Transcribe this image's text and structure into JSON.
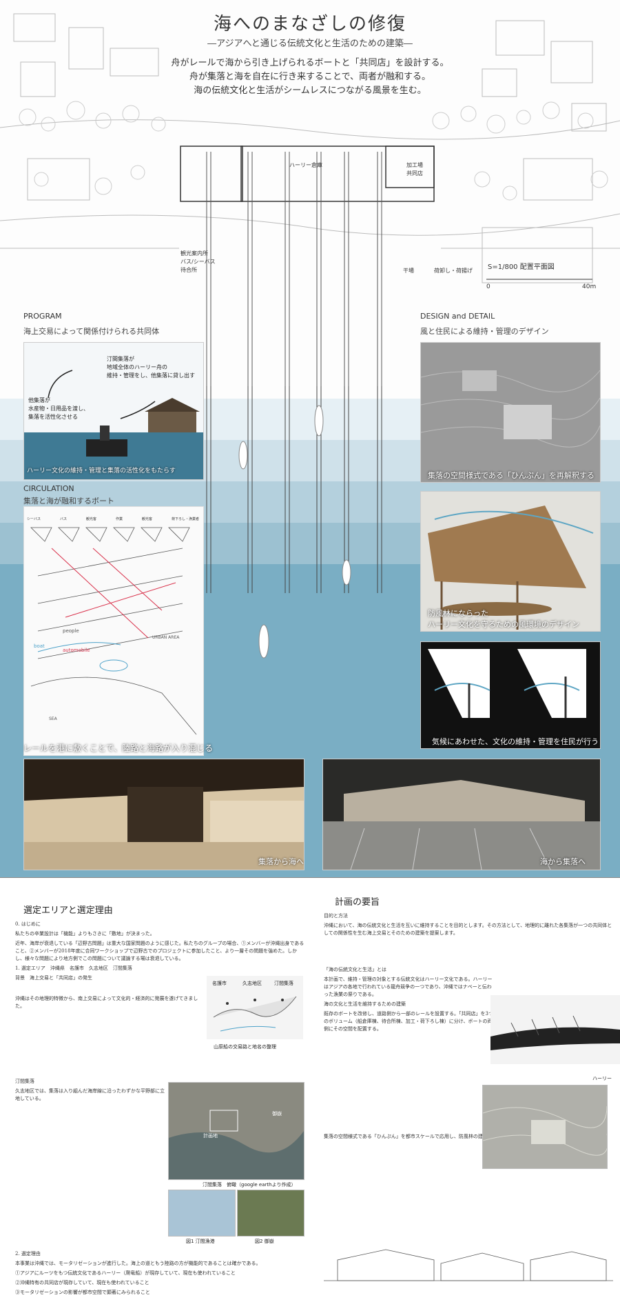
{
  "header": {
    "title": "海へのまなざしの修復",
    "subtitle": "―アジアへと通じる伝統文化と生活のための建築―",
    "lead": [
      "舟がレールで海から引き上げられるボートと「共同店」を設計する。",
      "舟が集落と海を自在に行き来することで、両者が融和する。",
      "海の伝統文化と生活がシームレスにつながる風景を生む。"
    ]
  },
  "plan": {
    "scale": "S=1/800 配置平面図",
    "scale_start": "0",
    "scale_end": "40m",
    "labels": [
      "観光案内所",
      "バス/シーバス",
      "待合所",
      "ハーリー倉庫",
      "加工場",
      "共同店",
      "干場",
      "荷卸し・荷揚げ"
    ]
  },
  "program": {
    "heading": "PROGRAM",
    "subheading": "海上交易によって関係付けられる共同体",
    "note1": [
      "汀間集落が",
      "地域全体のハーリー舟の",
      "維持・管理をし、他集落に貸し出す"
    ],
    "note2": [
      "他集落が",
      "水産物・日用品を渡し、",
      "集落を活性化させる"
    ],
    "caption": "ハーリー文化の維持・管理と集落の活性化をもたらす"
  },
  "circulation": {
    "heading": "CIRCULATION",
    "subheading": "集落と海が融和するボート",
    "modes": [
      "シーバス",
      "バス",
      "観光客",
      "作業",
      "観光客",
      "荷下ろし・漁業者"
    ],
    "labels": [
      "people",
      "boat",
      "automobile",
      "URBAN AREA",
      "SEA"
    ],
    "caption": "レールを港に敷くことで、陸路と海路が入り混じる"
  },
  "design": {
    "heading": "DESIGN and DETAIL",
    "subheading": "風と住民による維持・管理のデザイン",
    "cap1": "集落の空間様式である「ひんぷん」を再解釈する",
    "cap2": [
      "防風林にならった",
      "ハーリー文化を守るための風環境のデザイン"
    ],
    "cap3": "気候にあわせた、文化の維持・管理を住民が行う"
  },
  "views": {
    "left": "集落から海へ",
    "right": "海から集落へ"
  },
  "bottom": {
    "left_heading": "選定エリアと選定理由",
    "right_heading": "計画の要旨",
    "left_paras": [
      "0. はじめに",
      "私たちの卒業設計は「機能」よりもさきに「敷地」が決まった。",
      "近年、海岸が衰退している「辺野古問題」は重大な国家問題のように感じた。私たちのグループの場合、①メンバーが沖縄出身であること、②メンバーが2018年度に合同ワークショップで辺野古でのプロジェクトに参加したこと、より一層その問題を強めた。しかし、様々な問題により地方側でこの問題について議論する場は衰退している。",
      "1. 選定エリア　沖縄県　名護市　久志地区　汀間集落",
      "背景　海上交易と「共同店」の発生",
      "沖縄はその地理的特徴から、南上交易によって文化的・経済的に発展を遂げてきました。",
      "汀間集落",
      "久志地区では、集落は入り組んだ海岸線に沿ったわずかな平野部に立地している。",
      "2. 選定理由",
      "本事業は沖縄では、モータリゼーションが進行した。海上の道ともう陸路の方が機能的であることは確かである。",
      "①アジアにルーツをもつ伝統文化であるハーリー（爬竜船）が現存していて、現在も使われていること",
      "②沖縄特有の共同店が現存していて、現在も使われていること",
      "③モータリゼーションの影響が都市空間で顕著にみられること"
    ],
    "right_paras": [
      "目的と方法",
      "沖縄において、海の伝統文化と生活を互いに維持することを目的とします。その方法として、地理的に離れた各集落が一つの共同体としての関係性を生む海上交易とそのための建築を提案します。",
      "「海の伝統文化と生活」とは",
      "本計画で、維持・管理の対象とする伝統文化はハーリー文化である。ハーリーはアジアの各地で行われている龍舟競争の一つであり、沖縄ではナベーと伝わった漁業の祭りである。",
      "海の文化と生活を維持するための建築",
      "既存のボートを改修し、道路側から一部のレールを設置する。「共同店」を3つのボリューム（船倉庫棟、待合所棟、加工・荷下ろし棟）に分け、ボートの両側にその空間を配置する。",
      "集落の空間様式である「ひんぷん」を都市スケールで応用し、防風林の建築として、ハーリーの倉庫棟を計画する。"
    ],
    "fig_caps": [
      "山原船の交易路と地名の整理",
      "汀間集落　俯瞰（google earthより作成）",
      "図1 汀間漁港",
      "図2 御嶽",
      "ハーリー"
    ],
    "map_labels": [
      "名護市",
      "久志地区",
      "汀間集落"
    ],
    "photo_labels": [
      "計画地",
      "御嶽"
    ]
  }
}
